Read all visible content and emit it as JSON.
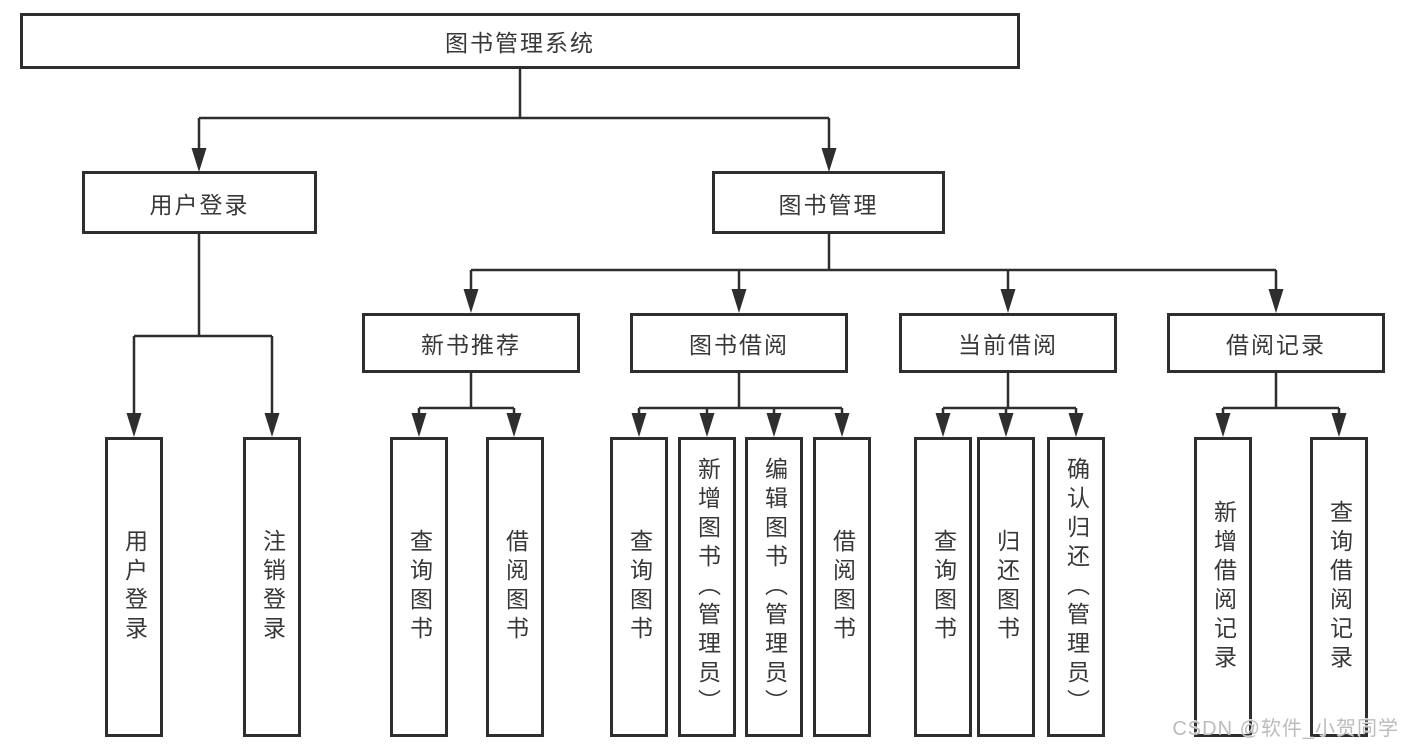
{
  "watermark": "CSDN @软件_小贺同学",
  "tree": {
    "type": "tree-diagram",
    "root": {
      "label": "图书管理系统",
      "children": [
        {
          "label": "用户登录",
          "children": [
            {
              "label": "用户登录"
            },
            {
              "label": "注销登录"
            }
          ]
        },
        {
          "label": "图书管理",
          "children": [
            {
              "label": "新书推荐",
              "children": [
                {
                  "label": "查询图书"
                },
                {
                  "label": "借阅图书"
                }
              ]
            },
            {
              "label": "图书借阅",
              "children": [
                {
                  "label": "查询图书"
                },
                {
                  "label": "新增图书（管理员）"
                },
                {
                  "label": "编辑图书（管理员）"
                },
                {
                  "label": "借阅图书"
                }
              ]
            },
            {
              "label": "当前借阅",
              "children": [
                {
                  "label": "查询图书"
                },
                {
                  "label": "归还图书"
                },
                {
                  "label": "确认归还（管理员）"
                }
              ]
            },
            {
              "label": "借阅记录",
              "children": [
                {
                  "label": "新增借阅记录"
                },
                {
                  "label": "查询借阅记录"
                }
              ]
            }
          ]
        }
      ]
    }
  },
  "colors": {
    "line": "#2e2e2e",
    "border": "#2e2e2e",
    "text": "#383838",
    "watermark": "#bcbcbc",
    "background": "#ffffff"
  }
}
